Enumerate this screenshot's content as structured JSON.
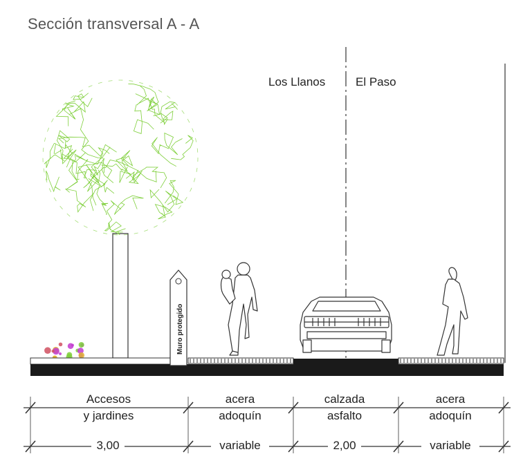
{
  "title": "Sección transversal  A - A",
  "divider_labels": {
    "left": "Los Llanos",
    "right": "El Paso"
  },
  "wall_label": "Muro protegido",
  "zones": [
    {
      "line1": "Accesos",
      "line2": "y jardines",
      "dimension": "3,00"
    },
    {
      "line1": "acera",
      "line2": "adoquín",
      "dimension": "variable"
    },
    {
      "line1": "calzada",
      "line2": "asfalto",
      "dimension": "2,00"
    },
    {
      "line1": "acera",
      "line2": "adoquín",
      "dimension": "variable"
    }
  ],
  "colors": {
    "tree": "#7ecf3a",
    "ink": "#222222",
    "slab": "#1a1a1a",
    "flowers": "#c23bd0"
  }
}
